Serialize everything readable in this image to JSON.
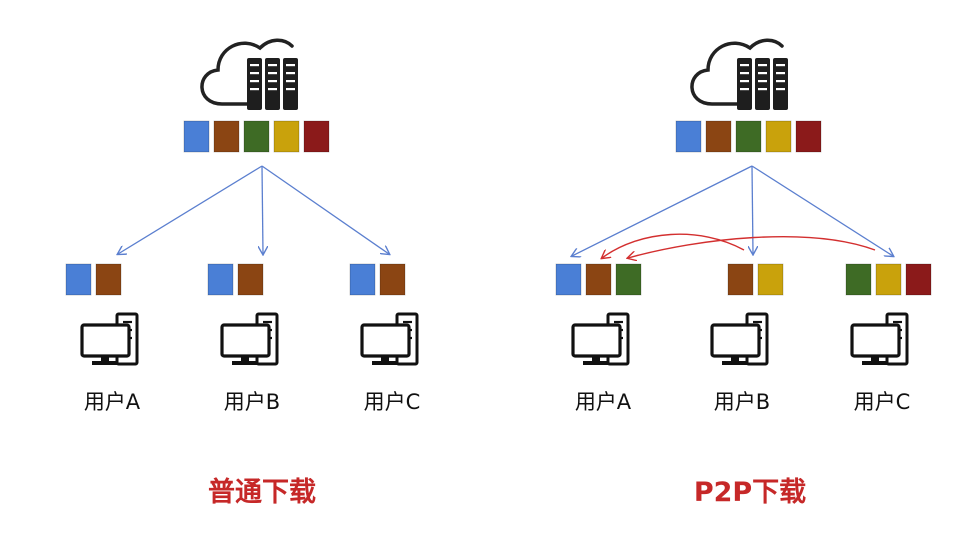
{
  "colors": {
    "blue": "#4A7FD6",
    "brown": "#8B4513",
    "green": "#3E6B25",
    "gold": "#C9A20C",
    "crimson": "#8B1A1A",
    "arrow_blue": "#5B7FCF",
    "arrow_red": "#D32F2F",
    "title_red": "#C62828"
  },
  "left_panel": {
    "title": "普通下载",
    "server_blocks": [
      "blue",
      "brown",
      "green",
      "gold",
      "crimson"
    ],
    "users": [
      {
        "label": "用户A",
        "blocks": [
          "blue",
          "brown"
        ]
      },
      {
        "label": "用户B",
        "blocks": [
          "blue",
          "brown"
        ]
      },
      {
        "label": "用户C",
        "blocks": [
          "blue",
          "brown"
        ]
      }
    ]
  },
  "right_panel": {
    "title": "P2P下载",
    "server_blocks": [
      "blue",
      "brown",
      "green",
      "gold",
      "crimson"
    ],
    "users": [
      {
        "label": "用户A",
        "blocks": [
          "blue",
          "brown",
          "green"
        ]
      },
      {
        "label": "用户B",
        "blocks": [
          "brown",
          "gold"
        ]
      },
      {
        "label": "用户C",
        "blocks": [
          "green",
          "gold",
          "crimson"
        ]
      }
    ]
  },
  "icons": {
    "server": "cloud-server-icon",
    "user": "desktop-computer-icon"
  }
}
